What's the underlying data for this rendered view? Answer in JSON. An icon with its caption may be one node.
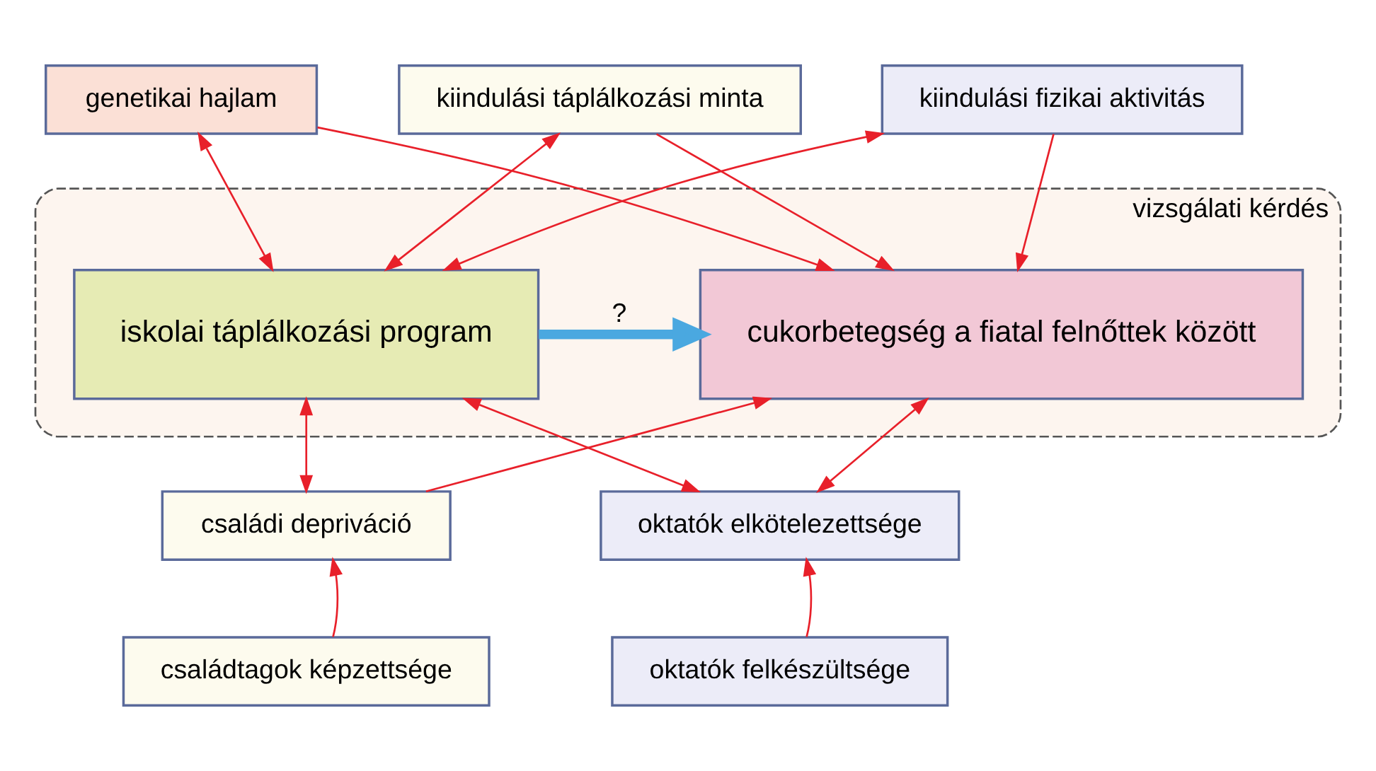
{
  "diagram": {
    "nodes": [
      {
        "text": [
          "genetikai hajlam"
        ]
      },
      {
        "text": [
          "kiindulási táplálkozási minta"
        ]
      },
      {
        "text": [
          "kiindulási fizikai aktivitás"
        ]
      },
      {
        "text": [
          "vizsgálati kérdés"
        ]
      },
      {
        "text": [
          "iskolai táplálkozási program"
        ],
        "in": 3
      },
      {
        "text": [
          "cukorbetegség a fiatal felnőttek között"
        ],
        "in": 3
      },
      {
        "text": [
          "családi depriváció"
        ]
      },
      {
        "text": [
          "oktatók elkötelezettsége"
        ]
      },
      {
        "text": [
          "családtagok képzettsége"
        ]
      },
      {
        "text": [
          "oktatók felkészültsége"
        ]
      }
    ],
    "edges": [
      {
        "from": 0,
        "to": 4,
        "arrow": "both"
      },
      {
        "from": 0,
        "to": 5,
        "arrow": "to"
      },
      {
        "from": 1,
        "to": 4,
        "arrow": "both"
      },
      {
        "from": 1,
        "to": 5,
        "arrow": "to"
      },
      {
        "from": 2,
        "to": 4,
        "arrow": "both"
      },
      {
        "from": 2,
        "to": 5,
        "arrow": "to"
      },
      {
        "from": 4,
        "to": 5,
        "arrow": "to",
        "label": "?",
        "style": "thick",
        "color": "#4aa8e0"
      },
      {
        "from": 4,
        "to": 6,
        "arrow": "both"
      },
      {
        "from": 4,
        "to": 7,
        "arrow": "both"
      },
      {
        "from": 6,
        "to": 5,
        "arrow": "to"
      },
      {
        "from": 5,
        "to": 7,
        "arrow": "both"
      },
      {
        "from": 8,
        "to": 6,
        "arrow": "to"
      },
      {
        "from": 9,
        "to": 7,
        "arrow": "to"
      }
    ]
  }
}
